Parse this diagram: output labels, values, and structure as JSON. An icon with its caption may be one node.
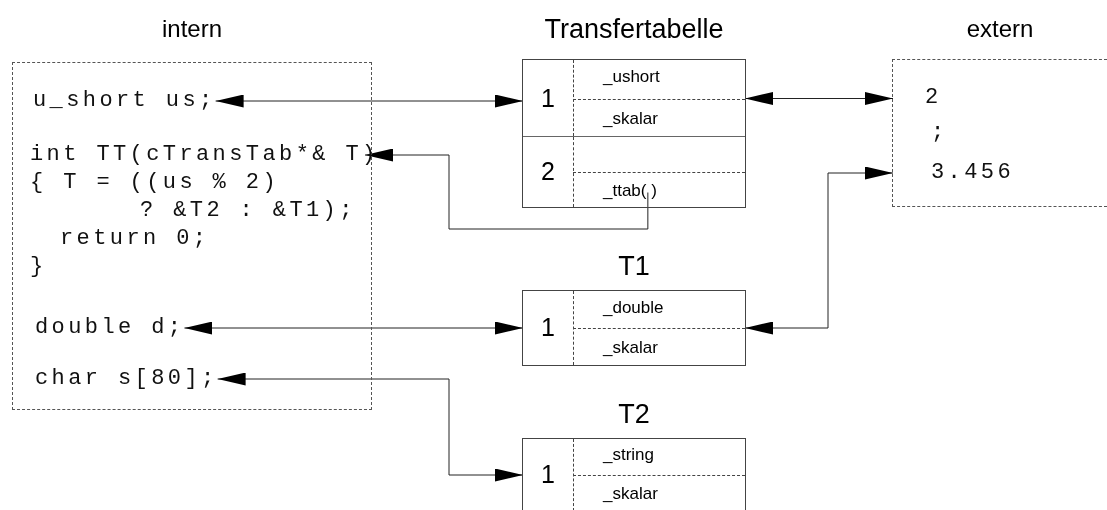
{
  "diagram": {
    "nodes": [
      {
        "text": [
          "intern"
        ]
      },
      {
        "text": [
          "u_short us;"
        ],
        "in": 0
      },
      {
        "text": [
          "int TT(cTransTab*& T)",
          "{ T = ((us % 2)",
          "? &T2 : &T1);",
          "return 0;",
          "}"
        ],
        "in": 0
      },
      {
        "text": [
          "double d;"
        ],
        "in": 0
      },
      {
        "text": [
          "char s[80];"
        ],
        "in": 0
      },
      {
        "text": [
          "Transfertabelle"
        ]
      },
      {
        "text": [
          "1",
          "_ushort",
          "_skalar"
        ],
        "in": 5
      },
      {
        "text": [
          "2",
          "_ttab( )"
        ],
        "in": 5
      },
      {
        "text": [
          "T1"
        ]
      },
      {
        "text": [
          "1",
          "_double",
          "_skalar"
        ],
        "in": 8
      },
      {
        "text": [
          "T2"
        ]
      },
      {
        "text": [
          "1",
          "_string",
          "_skalar"
        ],
        "in": 10
      },
      {
        "text": [
          "extern"
        ]
      },
      {
        "text": [
          "2"
        ],
        "in": 12
      },
      {
        "text": [
          ";"
        ],
        "in": 12
      },
      {
        "text": [
          "3.456"
        ],
        "in": 12
      }
    ],
    "edges": [
      {
        "from": 1,
        "to": 6,
        "arrow": "both"
      },
      {
        "from": 6,
        "to": 13,
        "arrow": "both"
      },
      {
        "from": 7,
        "to": 2,
        "arrow": "to"
      },
      {
        "from": 3,
        "to": 9,
        "arrow": "both"
      },
      {
        "from": 9,
        "to": 15,
        "arrow": "both"
      },
      {
        "from": 4,
        "to": 11,
        "arrow": "both"
      }
    ]
  }
}
